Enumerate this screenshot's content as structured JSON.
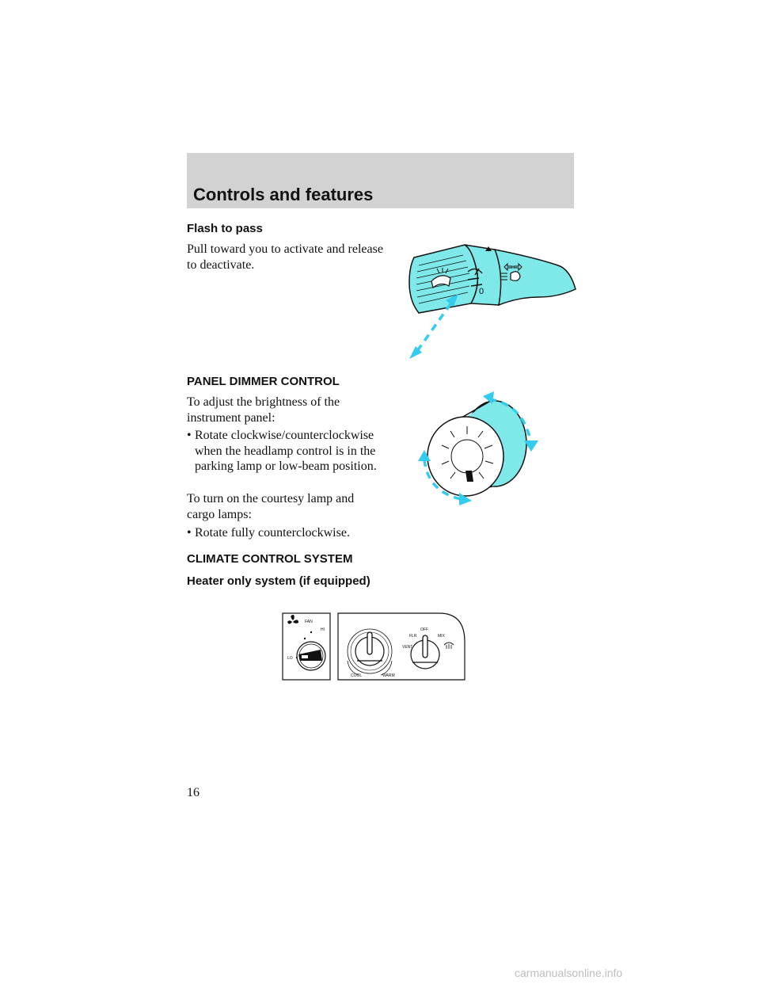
{
  "header": {
    "title": "Controls and features"
  },
  "flash_to_pass": {
    "heading": "Flash to pass",
    "body": "Pull toward you to activate and release to deactivate."
  },
  "panel_dimmer": {
    "heading": "PANEL DIMMER CONTROL",
    "intro": "To adjust the brightness of the instrument panel:",
    "bullet_1": "Rotate clockwise/counterclockwise when the headlamp control is in the parking lamp or low-beam position.",
    "courtesy_intro": "To turn on the courtesy lamp and cargo lamps:",
    "bullet_2": "Rotate fully counterclockwise."
  },
  "climate": {
    "heading": "CLIMATE CONTROL SYSTEM",
    "subheading": "Heater only system (if equipped)",
    "fan_label": "FAN",
    "hi_label": "HI",
    "lo_label": "LO",
    "cool_label": "COOL",
    "warm_label": "WARM",
    "off_label": "OFF",
    "flr_label": "FLR",
    "mix_label": "MIX",
    "vent_label": "VENT"
  },
  "page": {
    "number": "16"
  },
  "footer": {
    "watermark": "carmanualsonline.info"
  },
  "colors": {
    "header_band": "#d2d2d2",
    "illustration_fill": "#7fe9e9",
    "arrow": "#33ccee"
  }
}
